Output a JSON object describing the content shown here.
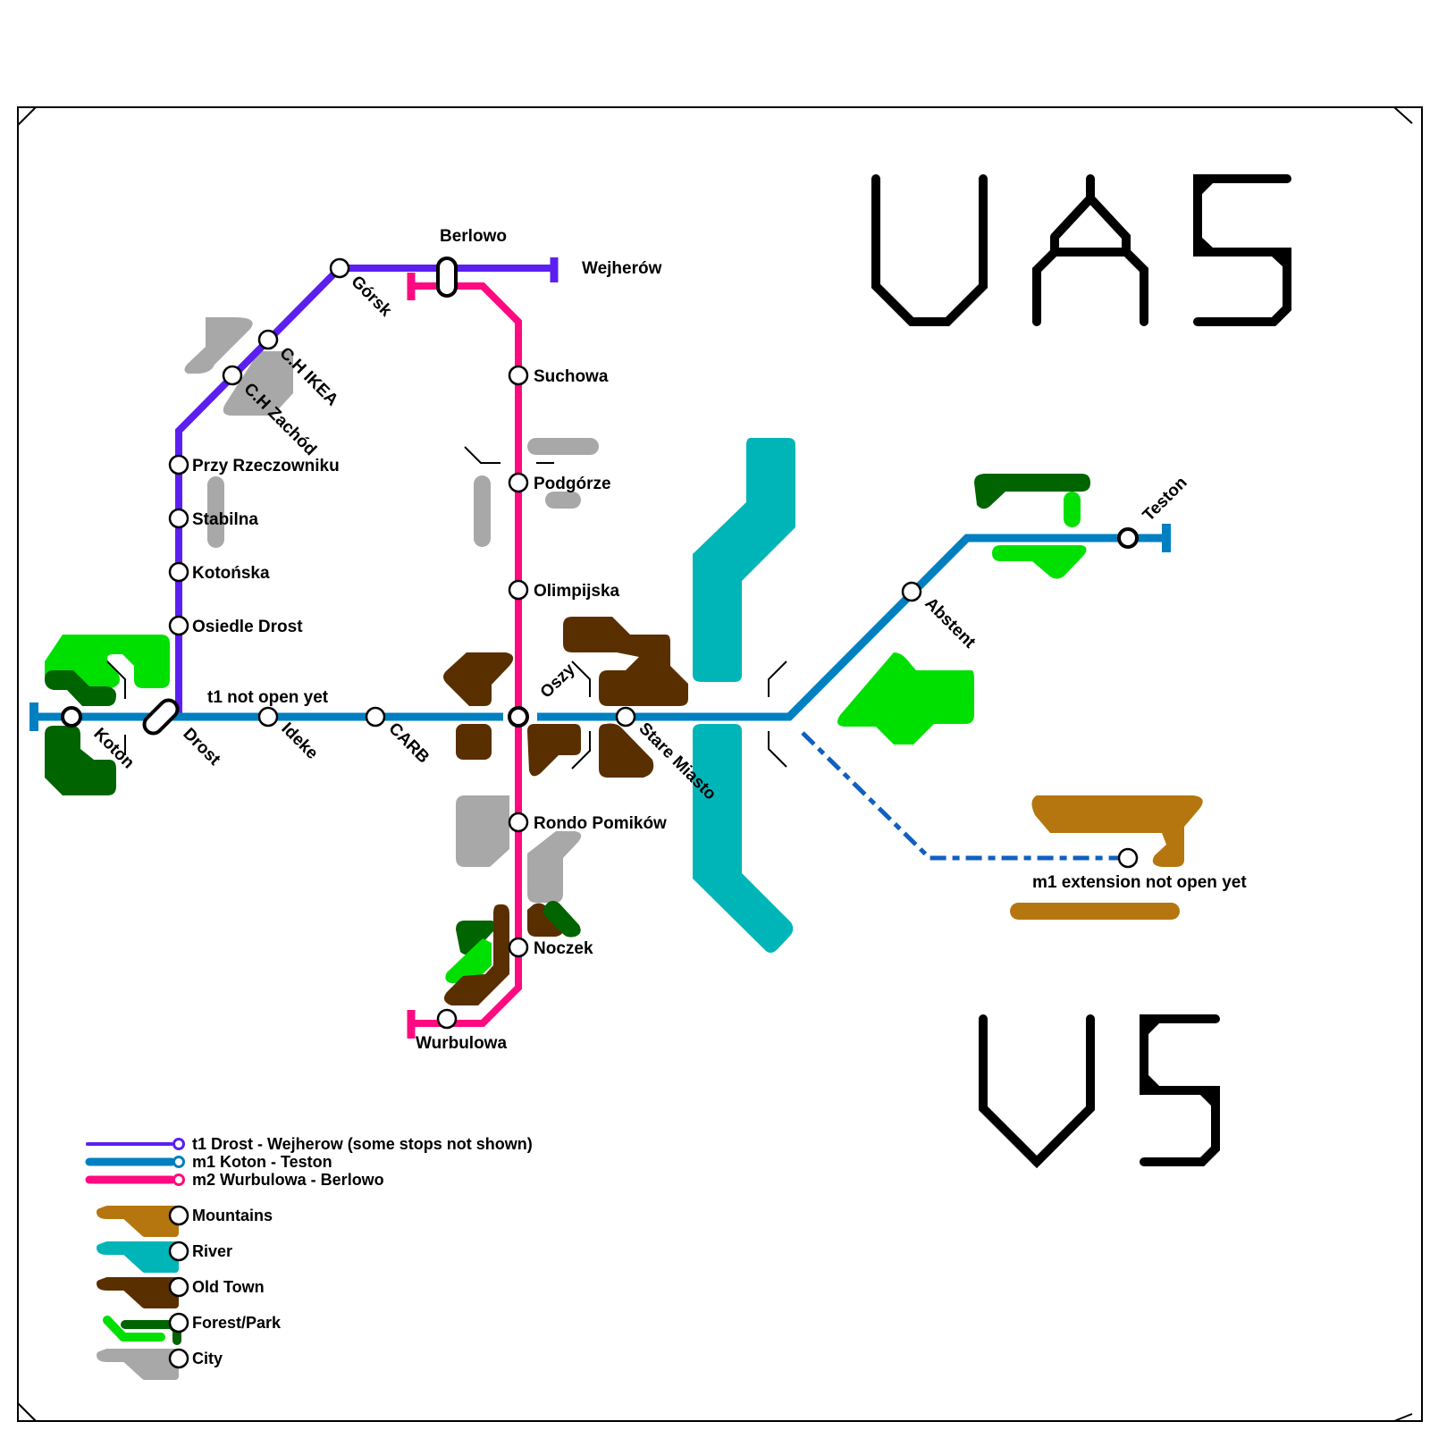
{
  "map": {
    "title_top": "UAS",
    "title_bottom": "VS",
    "colors": {
      "t1": "#5b1ff0",
      "m1": "#0080c0",
      "m1_ext": "#1060c0",
      "m2": "#ff0a80",
      "mountains": "#b5760f",
      "river": "#00b5b8",
      "old_town": "#5a2f00",
      "forest": "#006400",
      "park": "#00e000",
      "city": "#a8a8a8",
      "frame": "#000000"
    },
    "lines": [
      {
        "id": "t1",
        "name": "t1 Drost - Wejherow (some stops not shown)",
        "stations": [
          "Drost",
          "Osiedle Drost",
          "Kotońska",
          "Stabilna",
          "Przy Rzeczowniku",
          "C.H Zachód",
          "C.H IKEA",
          "Górsk",
          "Berlowo",
          "Wejherów"
        ]
      },
      {
        "id": "m1",
        "name": "m1 Koton - Teston",
        "stations": [
          "Koton",
          "Drost",
          "Ideke",
          "CARB",
          "Oszy",
          "Stare Miasto",
          "Abstent",
          "Teston"
        ]
      },
      {
        "id": "m2",
        "name": "m2 Wurbulowa - Berlowo",
        "stations": [
          "Wurbulowa",
          "Noczek",
          "Rondo Pomików",
          "Oszy",
          "Olimpijska",
          "Podgórze",
          "Suchowa",
          "Berlowo"
        ]
      }
    ],
    "station_labels": {
      "berlowo": "Berlowo",
      "wejherow": "Wejherów",
      "gorsk": "Górsk",
      "ch_ikea": "C.H IKEA",
      "ch_zachod": "C.H Zachód",
      "przy_rzeczowniku": "Przy Rzeczowniku",
      "stabilna": "Stabilna",
      "kotonska": "Kotońska",
      "osiedle_drost": "Osiedle Drost",
      "koton": "Koton",
      "drost": "Drost",
      "ideke": "Ideke",
      "carb": "CARB",
      "oszy": "Oszy",
      "stare_miasto": "Stare Miasto",
      "abstent": "Abstent",
      "teston": "Teston",
      "suchowa": "Suchowa",
      "podgorze": "Podgórze",
      "olimpijska": "Olimpijska",
      "rondo_pomikow": "Rondo Pomików",
      "noczek": "Noczek",
      "wurbulowa": "Wurbulowa"
    },
    "notes": {
      "t1_not_open": "t1 not open yet",
      "m1_extension": "m1 extension not open yet"
    }
  },
  "legend": {
    "lines": [
      {
        "label": "t1 Drost - Wejherow (some stops not shown)",
        "color_key": "t1"
      },
      {
        "label": "m1 Koton - Teston",
        "color_key": "m1"
      },
      {
        "label": "m2 Wurbulowa - Berlowo",
        "color_key": "m2"
      }
    ],
    "areas": [
      {
        "label": "Mountains",
        "color_key": "mountains"
      },
      {
        "label": "River",
        "color_key": "river"
      },
      {
        "label": "Old Town",
        "color_key": "old_town"
      },
      {
        "label": "Forest/Park",
        "color_key": "forest"
      },
      {
        "label": "City",
        "color_key": "city"
      }
    ]
  }
}
